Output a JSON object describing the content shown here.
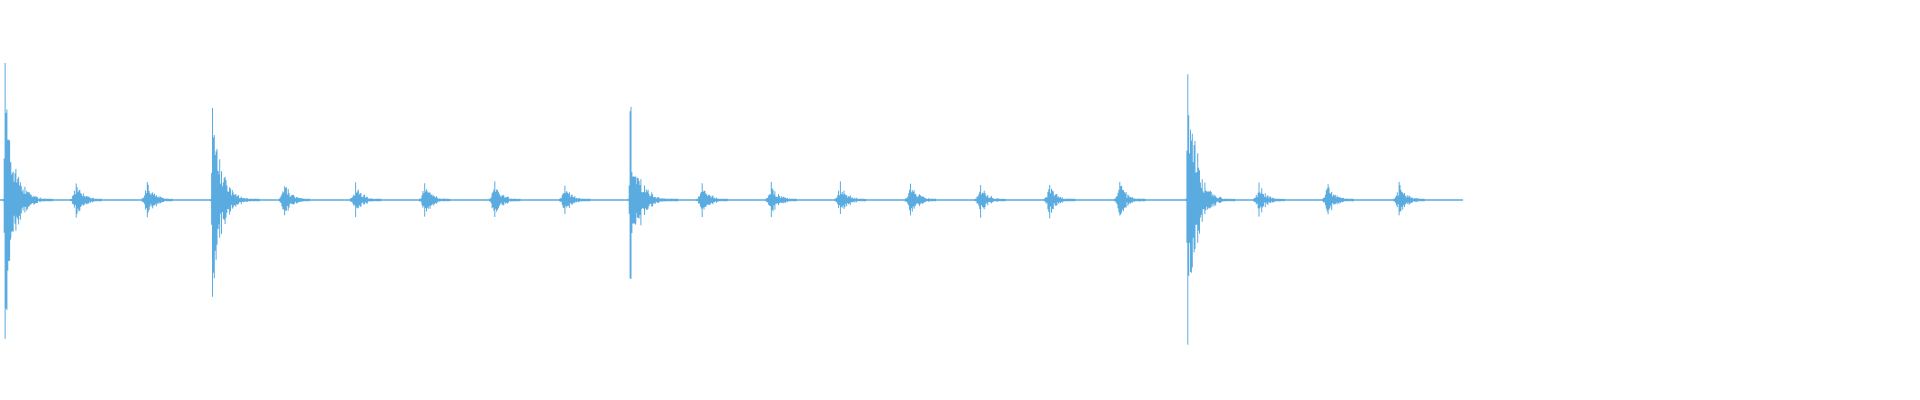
{
  "waveform": {
    "color": "#5aabdf",
    "background": "#ffffff",
    "duration_fraction": 0.762,
    "events": [
      {
        "pos": 0.0025,
        "strength": 1.0
      },
      {
        "pos": 0.0395,
        "strength": 0.14
      },
      {
        "pos": 0.0765,
        "strength": 0.14
      },
      {
        "pos": 0.1105,
        "strength": 0.77
      },
      {
        "pos": 0.148,
        "strength": 0.12
      },
      {
        "pos": 0.185,
        "strength": 0.12
      },
      {
        "pos": 0.221,
        "strength": 0.12
      },
      {
        "pos": 0.2575,
        "strength": 0.13
      },
      {
        "pos": 0.294,
        "strength": 0.11
      },
      {
        "pos": 0.328,
        "strength": 0.62
      },
      {
        "pos": 0.3655,
        "strength": 0.12
      },
      {
        "pos": 0.4015,
        "strength": 0.12
      },
      {
        "pos": 0.4375,
        "strength": 0.12
      },
      {
        "pos": 0.474,
        "strength": 0.13
      },
      {
        "pos": 0.5105,
        "strength": 0.12
      },
      {
        "pos": 0.5465,
        "strength": 0.12
      },
      {
        "pos": 0.583,
        "strength": 0.13
      },
      {
        "pos": 0.6185,
        "strength": 1.0
      },
      {
        "pos": 0.6555,
        "strength": 0.12
      },
      {
        "pos": 0.6915,
        "strength": 0.12
      },
      {
        "pos": 0.7285,
        "strength": 0.12
      }
    ]
  }
}
